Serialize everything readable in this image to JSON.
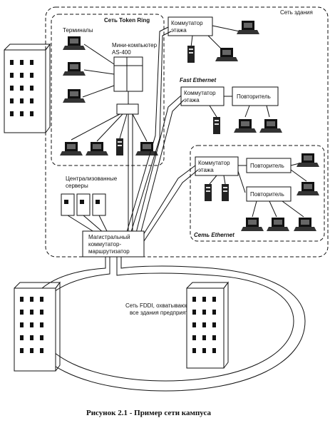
{
  "labels": {
    "building_net": "Сеть здания",
    "token_ring": "Сеть Token Ring",
    "terminals": "Терминалы",
    "mini_l1": "Мини-компьютер",
    "mini_l2": "AS-400",
    "switch_floor1_l1": "Коммутатор",
    "switch_floor1_l2": "этажа",
    "fast_ethernet": "Fast Ethernet",
    "switch_floor2_l1": "Коммутатор",
    "switch_floor2_l2": "этажа",
    "repeater1": "Повторитель",
    "switch_floor3_l1": "Коммутатор",
    "switch_floor3_l2": "этажа",
    "repeater2": "Повторитель",
    "repeater3": "Повторитель",
    "servers_l1": "Централизованные",
    "servers_l2": "серверы",
    "ethernet": "Сеть Ethernet",
    "backbone_l1": "Магистральный",
    "backbone_l2": "коммутатор-",
    "backbone_l3": "маршрутизатор",
    "fddi_l1": "Сеть FDDI, охватывающая",
    "fddi_l2": "все здания предприятия",
    "caption": "Рисунок 2.1 - Пример сети кампуса"
  }
}
